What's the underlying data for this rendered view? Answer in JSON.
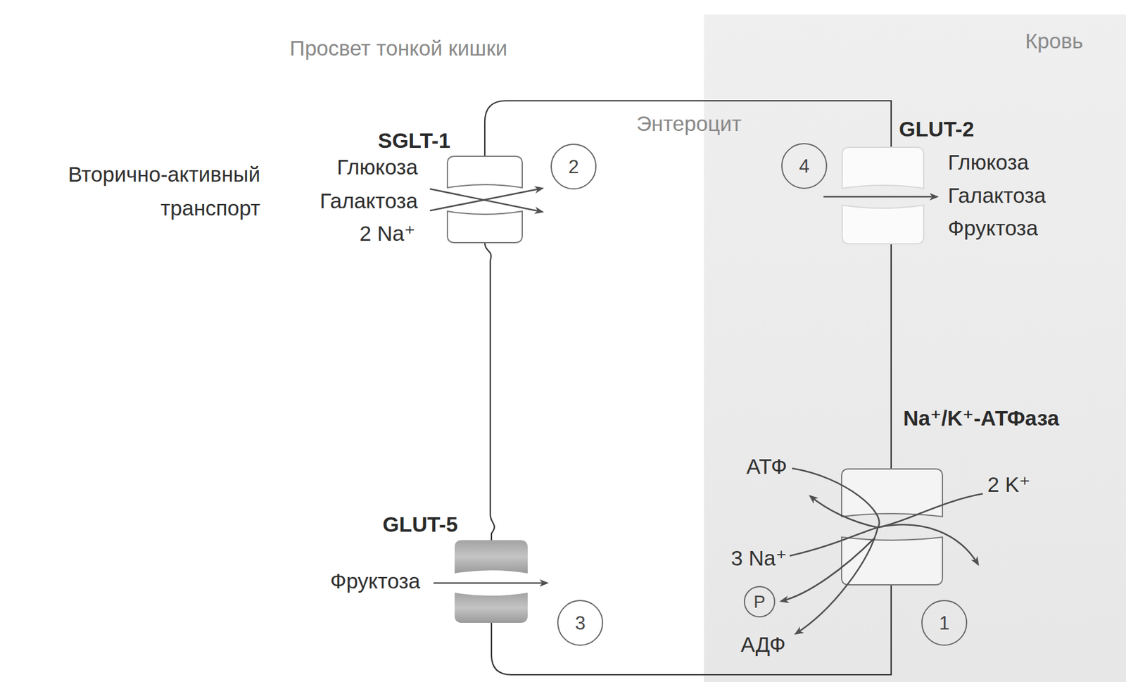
{
  "diagram": {
    "nodes": [
      {
        "text": [
          "Энтероцит"
        ]
      },
      {
        "text": [
          "SGLT-1"
        ],
        "in": 0
      },
      {
        "text": [
          "GLUT-2"
        ],
        "in": 0
      },
      {
        "text": [
          "Na⁺/K⁺-АТФаза"
        ],
        "in": 0
      },
      {
        "text": [
          "GLUT-5"
        ],
        "in": 0
      }
    ],
    "labels": [
      "Просвет тонкой кишки",
      "Кровь",
      "Вторично-активный транспорт",
      "Глюкоза",
      "Галактоза",
      "2 Na⁺",
      "2",
      "4",
      "Глюкоза",
      "Галактоза",
      "Фруктоза",
      "АТФ",
      "2 K⁺",
      "3 Na⁺",
      "P",
      "АДФ",
      "Фруктоза",
      "3",
      "1"
    ]
  }
}
